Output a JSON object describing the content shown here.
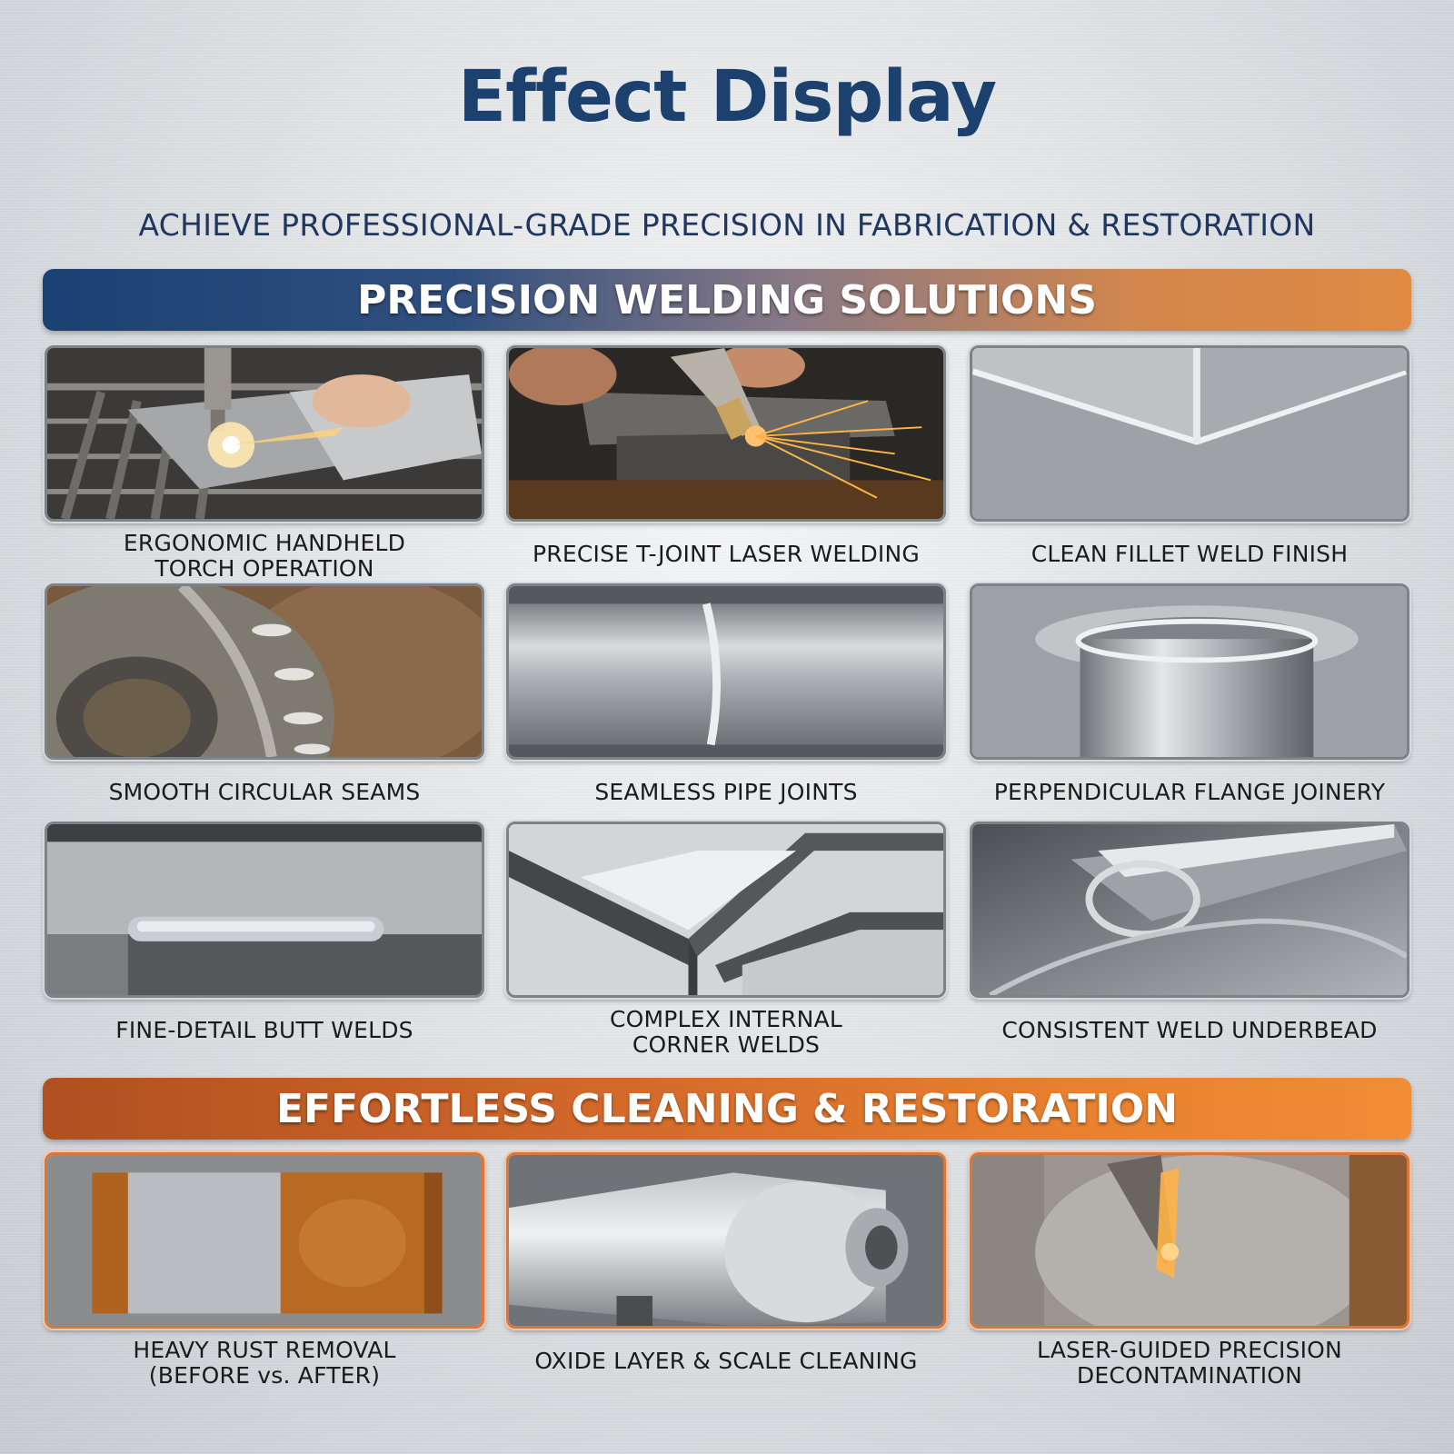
{
  "title": "Effect Display",
  "subtitle": "ACHIEVE PROFESSIONAL-GRADE PRECISION IN FABRICATION & RESTORATION",
  "sections": [
    {
      "heading": "PRECISION WELDING SOLUTIONS",
      "items": [
        {
          "caption": [
            "ERGONOMIC HANDHELD",
            "TORCH OPERATION"
          ]
        },
        {
          "caption": [
            "PRECISE T-JOINT LASER WELDING"
          ]
        },
        {
          "caption": [
            "CLEAN FILLET WELD FINISH"
          ]
        },
        {
          "caption": [
            "SMOOTH CIRCULAR SEAMS"
          ]
        },
        {
          "caption": [
            "SEAMLESS PIPE JOINTS"
          ]
        },
        {
          "caption": [
            "PERPENDICULAR FLANGE JOINERY"
          ]
        },
        {
          "caption": [
            "FINE-DETAIL BUTT WELDS"
          ]
        },
        {
          "caption": [
            "COMPLEX INTERNAL",
            "CORNER WELDS"
          ]
        },
        {
          "caption": [
            "CONSISTENT WELD UNDERBEAD"
          ]
        }
      ]
    },
    {
      "heading": "EFFORTLESS CLEANING & RESTORATION",
      "items": [
        {
          "caption": [
            "HEAVY RUST REMOVAL",
            "(BEFORE vs. AFTER)"
          ]
        },
        {
          "caption": [
            "OXIDE LAYER & SCALE CLEANING"
          ]
        },
        {
          "caption": [
            "LASER-GUIDED PRECISION",
            "DECONTAMINATION"
          ]
        }
      ]
    }
  ],
  "colors": {
    "title": "#1c416f",
    "weld_banner_start": "#1b4174",
    "weld_banner_end": "#e08a43",
    "clean_banner_start": "#b04f20",
    "clean_banner_end": "#f08d35",
    "clean_frame": "#d9763c"
  }
}
